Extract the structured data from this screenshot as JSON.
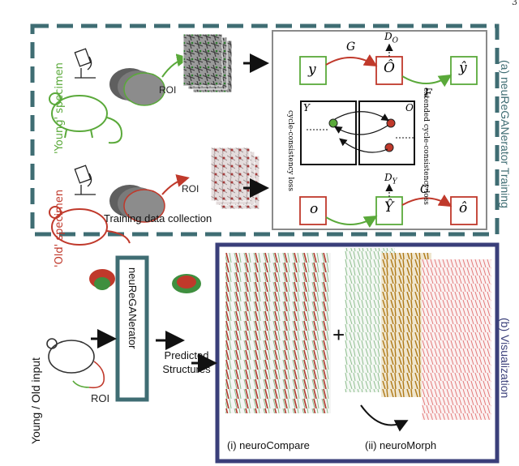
{
  "page_number": "3",
  "colors": {
    "teal": "#3f6d73",
    "navy": "#3a3f7a",
    "young_green": "#5aa93a",
    "old_red": "#c0392b",
    "gray_frame": "#8a8a8a"
  },
  "top": {
    "young_label": "'Young' specimen",
    "old_label": "'Old' specimen",
    "roi": "ROI",
    "collection_caption": "Training data collection",
    "section_label": "(a) neuReGANerator Training"
  },
  "gan": {
    "node_y": "y",
    "node_o_hat": "Ô",
    "node_y_hat": "ŷ",
    "node_o": "o",
    "node_Y_hat": "Ŷ",
    "node_o_hat2": "ô",
    "arrow_G": "G",
    "arrow_F": "F",
    "disc_O": "D",
    "disc_O_sub": "O",
    "disc_Y": "D",
    "disc_Y_sub": "Y",
    "domain_Y": "Y",
    "domain_O": "O",
    "cycle_loss": "cycle-consistency loss",
    "extended_loss": "extended cycle-consistency loss"
  },
  "bottom": {
    "input_label": "Young / Old input",
    "roi": "ROI",
    "model_name": "neuReGANerator",
    "predicted": "Predicted Structures",
    "plus": "+",
    "panel_i": "(i) neuroCompare",
    "panel_ii": "(ii) neuroMorph",
    "section_label": "(b) Visualization"
  }
}
